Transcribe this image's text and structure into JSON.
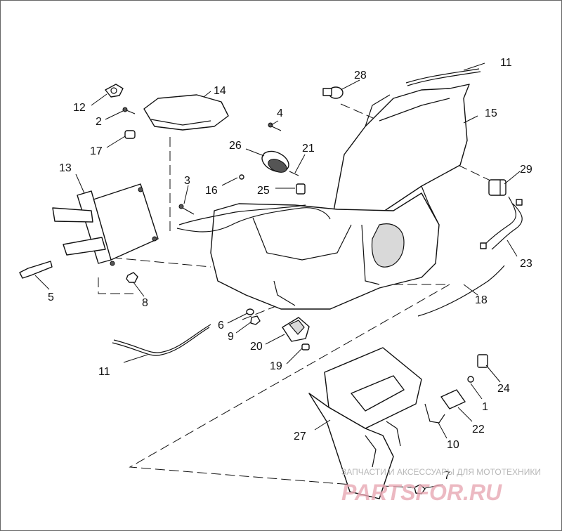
{
  "diagram": {
    "callouts": {
      "c1": "1",
      "c2": "2",
      "c3": "3",
      "c4": "4",
      "c5": "5",
      "c6": "6",
      "c7": "7",
      "c8": "8",
      "c9": "9",
      "c10": "10",
      "c11a": "11",
      "c11b": "11",
      "c12": "12",
      "c13": "13",
      "c14": "14",
      "c15": "15",
      "c16": "16",
      "c17": "17",
      "c18": "18",
      "c19": "19",
      "c20": "20",
      "c21": "21",
      "c22": "22",
      "c23": "23",
      "c24": "24",
      "c25": "25",
      "c26": "26",
      "c27": "27",
      "c28": "28",
      "c29": "29"
    }
  },
  "watermark": {
    "caption": "ЗАПЧАСТИ И АКСЕССУАРЫ ДЛЯ МОТОТЕХНИКИ",
    "brand": "PARTSFOR.RU"
  },
  "colors": {
    "line": "#111111",
    "watermark": "#e8a8b4"
  }
}
